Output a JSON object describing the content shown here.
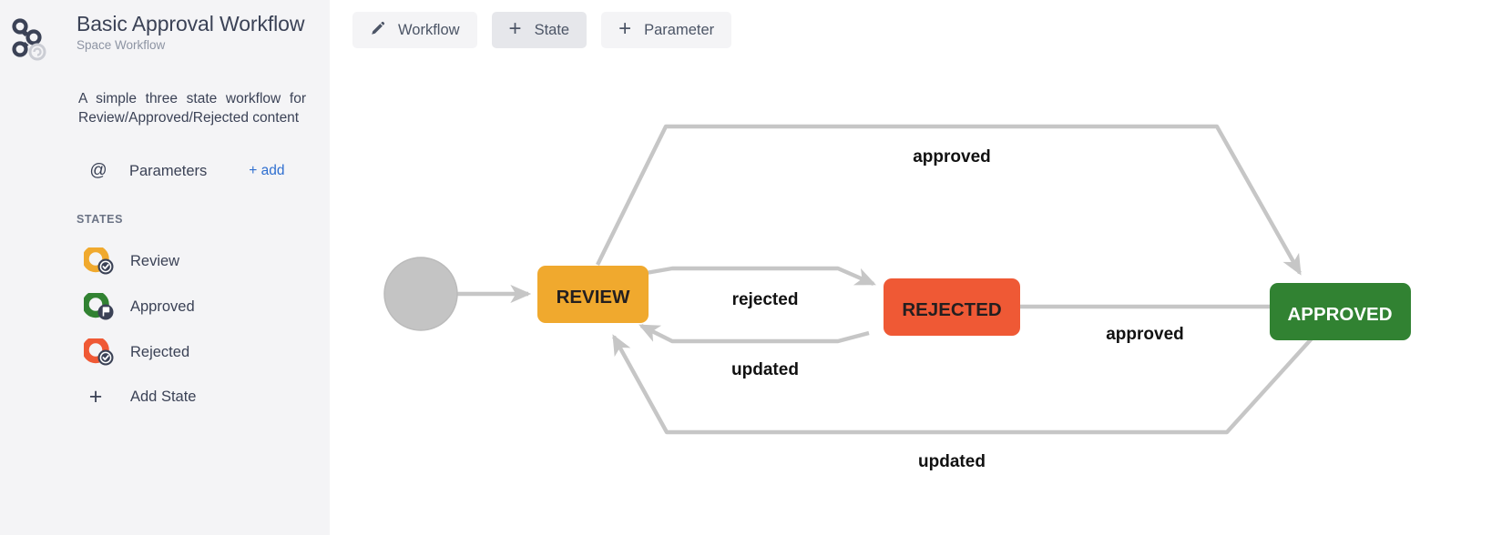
{
  "sidebar": {
    "logo_icon": "workflow-nodes-icon",
    "title": "Basic Approval Workflow",
    "subtitle": "Space Workflow",
    "description": "A simple three state workflow for Review/Approved/Rejected content",
    "parameters": {
      "icon": "at-icon",
      "label": "Parameters",
      "add_label": "+ add"
    },
    "states_header": "STATES",
    "states": [
      {
        "label": "Review",
        "color": "#f0a92e",
        "badge": "check-badge-icon"
      },
      {
        "label": "Approved",
        "color": "#318232",
        "badge": "flag-badge-icon"
      },
      {
        "label": "Rejected",
        "color": "#ef5935",
        "badge": "check-badge-icon"
      }
    ],
    "add_state": {
      "icon": "plus-icon",
      "label": "Add State"
    }
  },
  "toolbar": {
    "buttons": [
      {
        "label": "Workflow",
        "icon": "pencil-icon",
        "state": "normal"
      },
      {
        "label": "State",
        "icon": "plus-icon",
        "state": "hovered"
      },
      {
        "label": "Parameter",
        "icon": "plus-icon",
        "state": "normal"
      }
    ]
  },
  "diagram": {
    "start_node": {
      "name": "start-node",
      "fill": "#c4c4c4"
    },
    "nodes": [
      {
        "id": "review",
        "label": "REVIEW",
        "fill": "#f0a92e",
        "text": "#231f20"
      },
      {
        "id": "rejected",
        "label": "REJECTED",
        "fill": "#ef5935",
        "text": "#231f20"
      },
      {
        "id": "approved",
        "label": "APPROVED",
        "fill": "#318232",
        "text": "#ffffff"
      }
    ],
    "edges": [
      {
        "from": "review",
        "to": "approved",
        "label": "approved"
      },
      {
        "from": "review",
        "to": "rejected",
        "label": "rejected"
      },
      {
        "from": "rejected",
        "to": "review",
        "label": "updated"
      },
      {
        "from": "rejected",
        "to": "approved",
        "label": "approved"
      },
      {
        "from": "approved",
        "to": "review",
        "label": "updated"
      }
    ],
    "edge_color": "#c6c6c6"
  }
}
